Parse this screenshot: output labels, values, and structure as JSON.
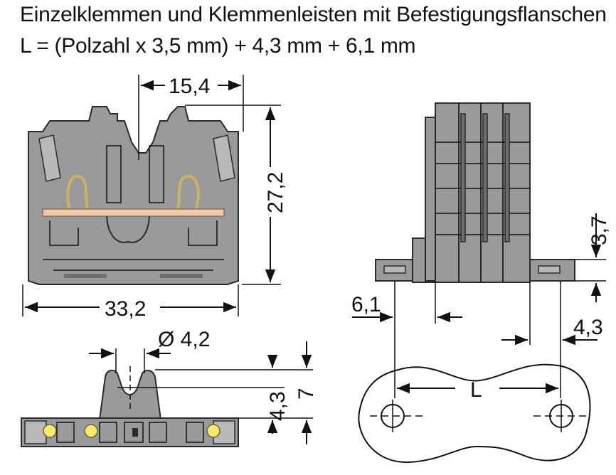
{
  "title": "Einzelklemmen und Klemmenleisten mit Befestigungsflanschen",
  "formula": "L = (Polzahl x 3,5 mm) + 4,3 mm + 6,1 mm",
  "dimensions": {
    "d_15_4": "15,4",
    "d_27_2": "27,2",
    "d_33_2": "33,2",
    "d_dia_4_2": "Ø 4,2",
    "d_4_3_front": "4,3",
    "d_7": "7",
    "d_3_7": "3,7",
    "d_6_1": "6,1",
    "d_4_3_side": "4,3",
    "d_L": "L"
  },
  "colors": {
    "housing": "#9a9a9c",
    "bar": "#f0c8a8",
    "spring": "#e8d27a",
    "led": "#f3ea6e"
  }
}
